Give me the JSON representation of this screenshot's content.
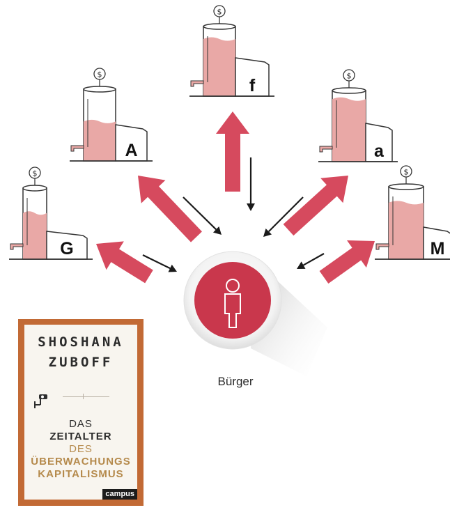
{
  "companies": [
    {
      "letter": "G",
      "fill": 0.65
    },
    {
      "letter": "A",
      "fill": 0.55
    },
    {
      "letter": "f",
      "fill": 0.82
    },
    {
      "letter": "a",
      "fill": 0.88
    },
    {
      "letter": "M",
      "fill": 0.78
    }
  ],
  "coin_symbol": "$",
  "center": {
    "label": "Bürger",
    "icon": "person-icon"
  },
  "book": {
    "author_first": "SHOSHANA",
    "author_last": "ZUBOFF",
    "title_lines": [
      "DAS",
      "ZEITALTER",
      "DES",
      "ÜBERWACHUNGS",
      "KAPITALISMUS"
    ],
    "publisher": "campus"
  },
  "colors": {
    "arrow_red": "#d64a5e",
    "tank_fill": "#e9a8a6",
    "circle_red": "#c9374c",
    "title_gold": "#b58a4c",
    "book_border": "#c26a35"
  }
}
